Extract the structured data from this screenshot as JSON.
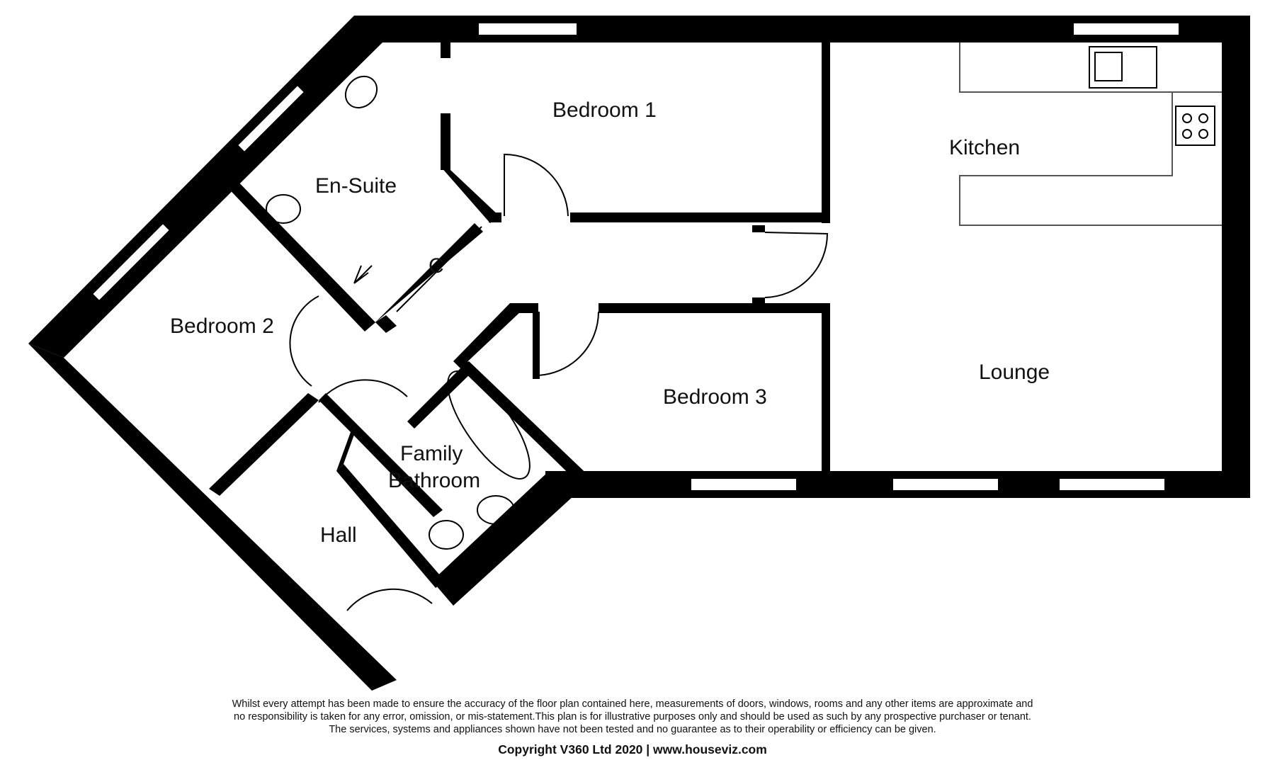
{
  "rooms": {
    "bedroom1": "Bedroom 1",
    "kitchen": "Kitchen",
    "ensuite": "En-Suite",
    "cupboard": "C",
    "bedroom2": "Bedroom 2",
    "lounge": "Lounge",
    "bedroom3": "Bedroom 3",
    "family_bathroom_line1": "Family",
    "family_bathroom_line2": "Bathroom",
    "hall": "Hall"
  },
  "disclaimer": {
    "line1": "Whilst every attempt has been made to ensure the accuracy of the floor plan contained here, measurements of doors, windows, rooms and any other items are approximate and",
    "line2": "no responsibility is taken for any error, omission, or mis-statement.This plan is for illustrative purposes only and should be used as such by any prospective purchaser or tenant.",
    "line3": "The services, systems and appliances shown have not been tested and no guarantee as to their operability or efficiency can be given."
  },
  "copyright": "Copyright V360 Ltd 2020 | www.houseviz.com",
  "colors": {
    "wall": "#000000",
    "fixture_line": "#555555",
    "background": "#ffffff"
  }
}
